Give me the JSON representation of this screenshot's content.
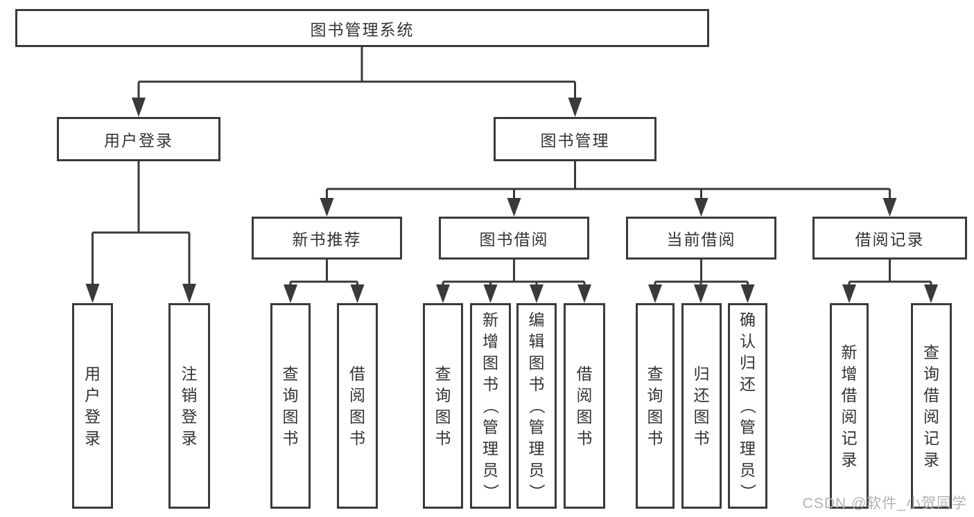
{
  "tree": {
    "label": "图书管理系统",
    "children": [
      {
        "label": "用户登录",
        "children": [
          {
            "label": "用户登录"
          },
          {
            "label": "注销登录"
          }
        ]
      },
      {
        "label": "图书管理",
        "children": [
          {
            "label": "新书推荐",
            "children": [
              {
                "label": "查询图书"
              },
              {
                "label": "借阅图书"
              }
            ]
          },
          {
            "label": "图书借阅",
            "children": [
              {
                "label": "查询图书"
              },
              {
                "label": "新增图书（管理员）"
              },
              {
                "label": "编辑图书（管理员）"
              },
              {
                "label": "借阅图书"
              }
            ]
          },
          {
            "label": "当前借阅",
            "children": [
              {
                "label": "查询图书"
              },
              {
                "label": "归还图书"
              },
              {
                "label": "确认归还（管理员）"
              }
            ]
          },
          {
            "label": "借阅记录",
            "children": [
              {
                "label": "新增借阅记录"
              },
              {
                "label": "查询借阅记录"
              }
            ]
          }
        ]
      }
    ]
  },
  "watermark": {
    "text": "CSDN @软件_小贺同学"
  },
  "colors": {
    "line": "#3a3a3a",
    "box_background": "#ffffff",
    "text": "#333333",
    "watermark": "#b2b2b2"
  }
}
